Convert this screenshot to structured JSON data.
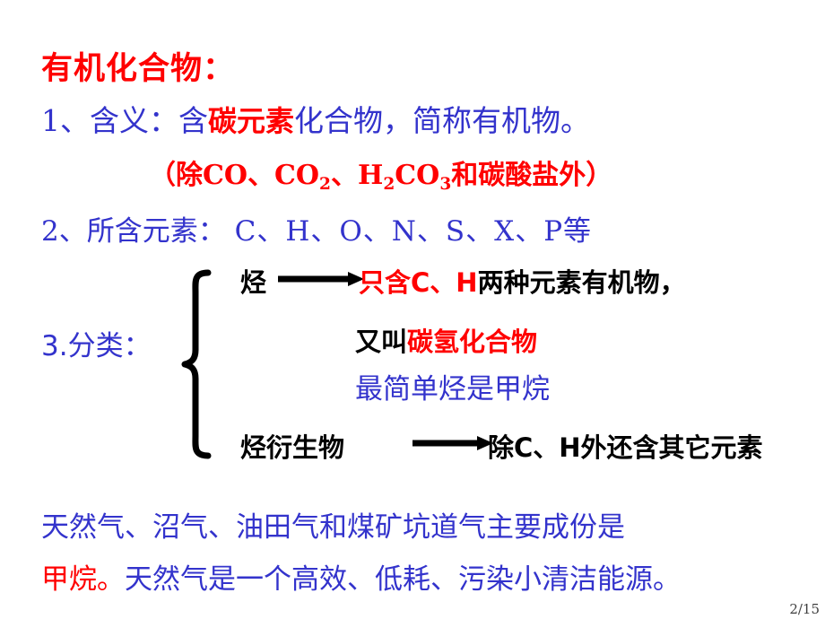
{
  "slide": {
    "title": "有机化合物：",
    "page_number": "2/15",
    "colors": {
      "red": "#FF0000",
      "blue": "#3333CC",
      "black": "#000000",
      "background": "#FFFFFF"
    }
  },
  "definition": {
    "prefix": "1、含义：含",
    "highlight": "碳元素",
    "suffix": "化合物，简称有机物。"
  },
  "exception": {
    "open": "（除CO、CO",
    "sub1": "2",
    "mid1": "、H",
    "sub2": "2",
    "mid2": "CO",
    "sub3": "3",
    "close": "和碳酸盐外）"
  },
  "elements": {
    "label": "2、所含元素：",
    "list": "C、H、O、N、S、X、P等"
  },
  "classification": {
    "label": "3.分类：",
    "branch1": {
      "term": "烃",
      "definition_highlight": "只含C、H",
      "definition_rest": "两种元素有机物，",
      "alias_prefix": "又叫",
      "alias_highlight": "碳氢化合物",
      "simplest": "最简单烃是甲烷"
    },
    "branch2": {
      "term": "烃衍生物",
      "definition": "除C、H外还含其它元素"
    }
  },
  "footer": {
    "line1": "天然气、沼气、油田气和煤矿坑道气主要成份是",
    "line2_highlight": "甲烷。",
    "line2_rest": "天然气是一个高效、低耗、污染小清洁能源。"
  }
}
